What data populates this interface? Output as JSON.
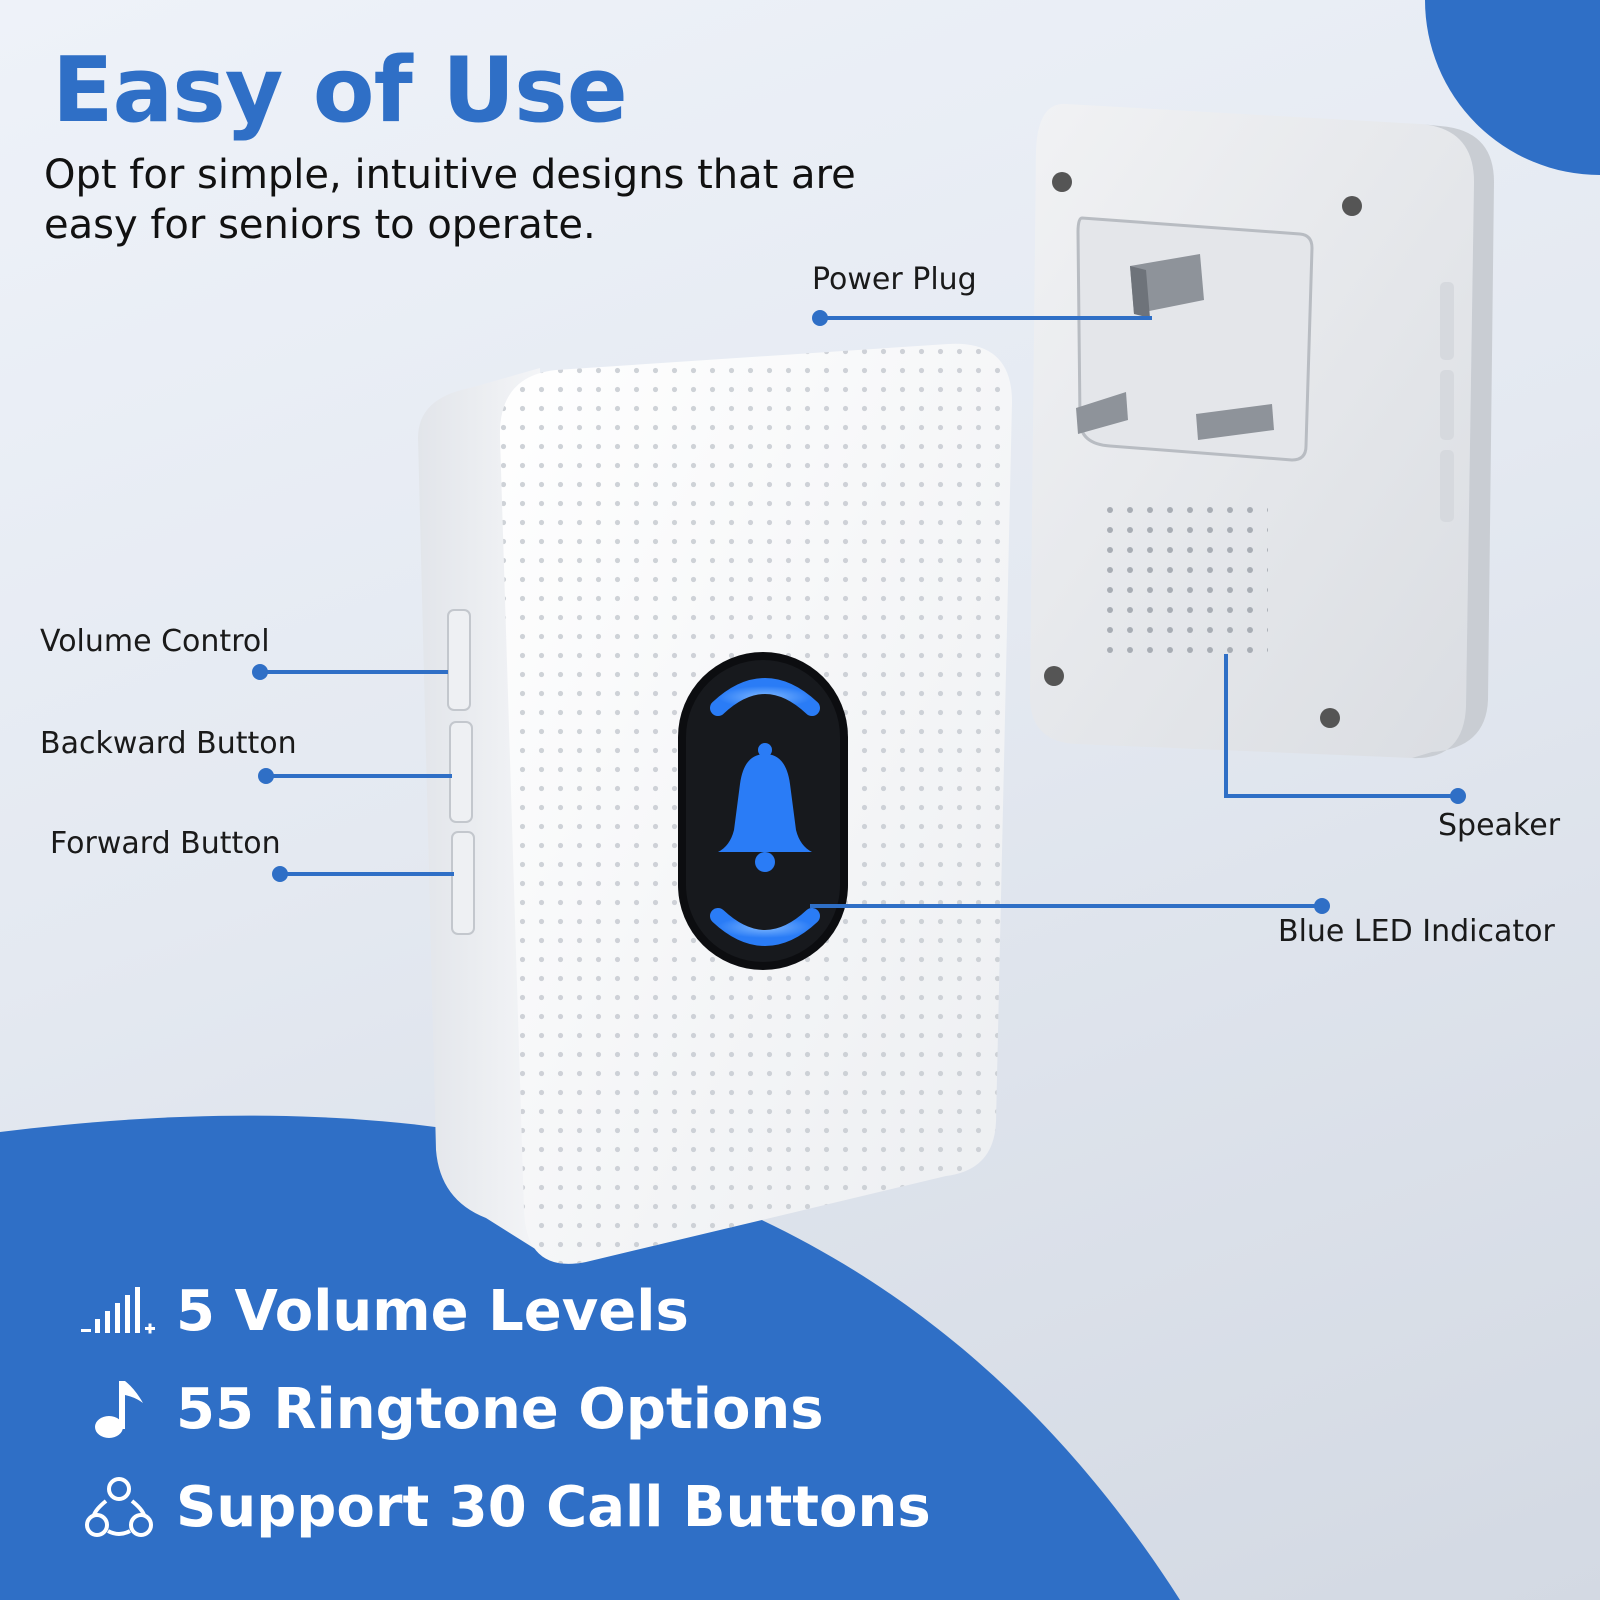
{
  "header": {
    "title": "Easy of Use",
    "subtitle": "Opt for simple, intuitive designs that are easy for seniors to operate."
  },
  "callouts": {
    "power_plug": "Power Plug",
    "volume_control": "Volume Control",
    "backward_button": "Backward Button",
    "forward_button": "Forward Button",
    "speaker": "Speaker",
    "blue_led": "Blue LED Indicator"
  },
  "features": [
    {
      "icon": "volume-bars-icon",
      "text": "5 Volume Levels"
    },
    {
      "icon": "music-note-icon",
      "text": "55 Ringtone Options"
    },
    {
      "icon": "network-nodes-icon",
      "text": "Support 30 Call Buttons"
    }
  ],
  "colors": {
    "accent": "#2f6fc6",
    "led_blue": "#2a7cf6",
    "callout_line": "#2f6fc6"
  }
}
